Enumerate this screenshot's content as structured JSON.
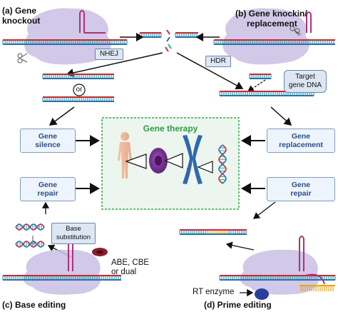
{
  "panels": {
    "a": {
      "letter": "(a)",
      "title_line1": "Gene",
      "title_line2": "knockout"
    },
    "b": {
      "letter": "(b)",
      "title_line1": "Gene knockin/",
      "title_line2": "replacement"
    },
    "c": {
      "letter": "(c)",
      "title": "Base editing"
    },
    "d": {
      "letter": "(d)",
      "title": "Prime editing"
    }
  },
  "repair_pathways": {
    "nhej": "NHEJ",
    "hdr": "HDR"
  },
  "or_label": "or",
  "target_dna": {
    "line1": "Target",
    "line2": "gene DNA"
  },
  "outcomes": {
    "gene_silence": {
      "line1": "Gene",
      "line2": "silence"
    },
    "gene_repair_left": {
      "line1": "Gene",
      "line2": "repair"
    },
    "gene_replacement": {
      "line1": "Gene",
      "line2": "replacement"
    },
    "gene_repair_right": {
      "line1": "Gene",
      "line2": "repair"
    }
  },
  "center": {
    "title": "Gene therapy"
  },
  "base_substitution": {
    "line1": "Base",
    "line2": "substitution"
  },
  "deaminase": {
    "line1": "ABE, CBE",
    "line2": "or dual"
  },
  "rt_enzyme": "RT enzyme",
  "colors": {
    "strand_red": "#c8283c",
    "strand_blue": "#2b6fae",
    "rung_teal": "#2aa5a0",
    "cas_body": "#c9bfe3",
    "guide_rna": "#b0307a",
    "edit_green": "#39b54a",
    "edit_yellow": "#e6a817",
    "center_border": "#31a84a",
    "center_title": "#2e9e3f",
    "box_text": "#2a4f8c",
    "cell": "#6f2a8a",
    "chromosome": "#2f68b0",
    "deaminase": "#8b1e2e",
    "rt_enzyme": "#2a3f9c"
  },
  "icons": [
    "scissors-icon",
    "human-body-icon",
    "cell-icon",
    "chromosome-icon",
    "dna-icon",
    "triangle-lens-icon"
  ]
}
